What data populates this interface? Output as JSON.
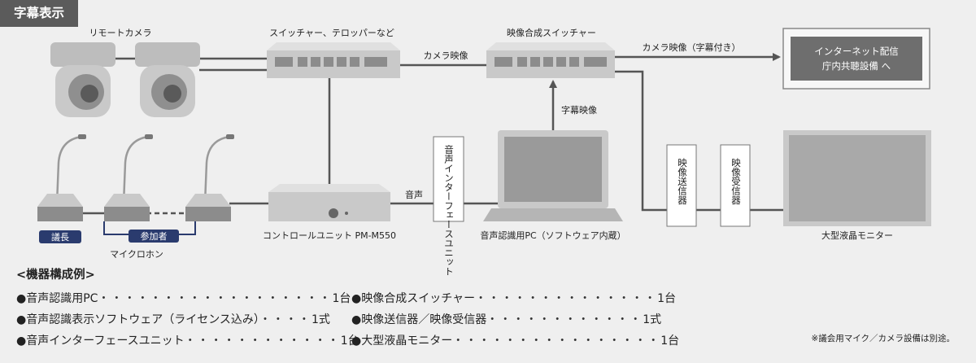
{
  "title": "字幕表示",
  "devices": {
    "cameras": "リモートカメラ",
    "switcher": "スイッチャー、テロッパーなど",
    "compositor": "映像合成スイッチャー",
    "internet": [
      "インターネット配信",
      "庁内共聴設備 へ"
    ],
    "microphones": "マイクロホン",
    "chairman_badge": "議長",
    "participant_badge": "参加者",
    "control_unit": "コントロールユニット  PM-M550",
    "audio_interface": "音声インターフェースユニット",
    "pc": "音声認識用PC（ソフトウェア内蔵）",
    "transmitter": "映像送信器",
    "receiver": "映像受信器",
    "monitor": "大型液晶モニター"
  },
  "flows": {
    "camera_video": "カメラ映像",
    "camera_video_captioned": "カメラ映像（字幕付き）",
    "caption_video": "字幕映像",
    "audio": "音声"
  },
  "equipment": {
    "heading": "<機器構成例>",
    "dots": "・・・・・・・・・・・・・・・・・・",
    "left": [
      {
        "name": "●音声認識用PC",
        "qty": "1台"
      },
      {
        "name": "●音声認識表示ソフトウェア（ライセンス込み）",
        "qty": "1式"
      },
      {
        "name": "●音声インターフェースユニット",
        "qty": "1台"
      }
    ],
    "right": [
      {
        "name": "●映像合成スイッチャー",
        "qty": "1台"
      },
      {
        "name": "●映像送信器／映像受信器",
        "qty": "1式"
      },
      {
        "name": "●大型液晶モニター",
        "qty": "1台"
      }
    ]
  },
  "note": "※議会用マイク／カメラ設備は別途。",
  "colors": {
    "background": "#efefef",
    "line": "#555555",
    "device": "#c9c9c9",
    "badge": "#2a3b6e",
    "tab": "#5b5b5b"
  }
}
